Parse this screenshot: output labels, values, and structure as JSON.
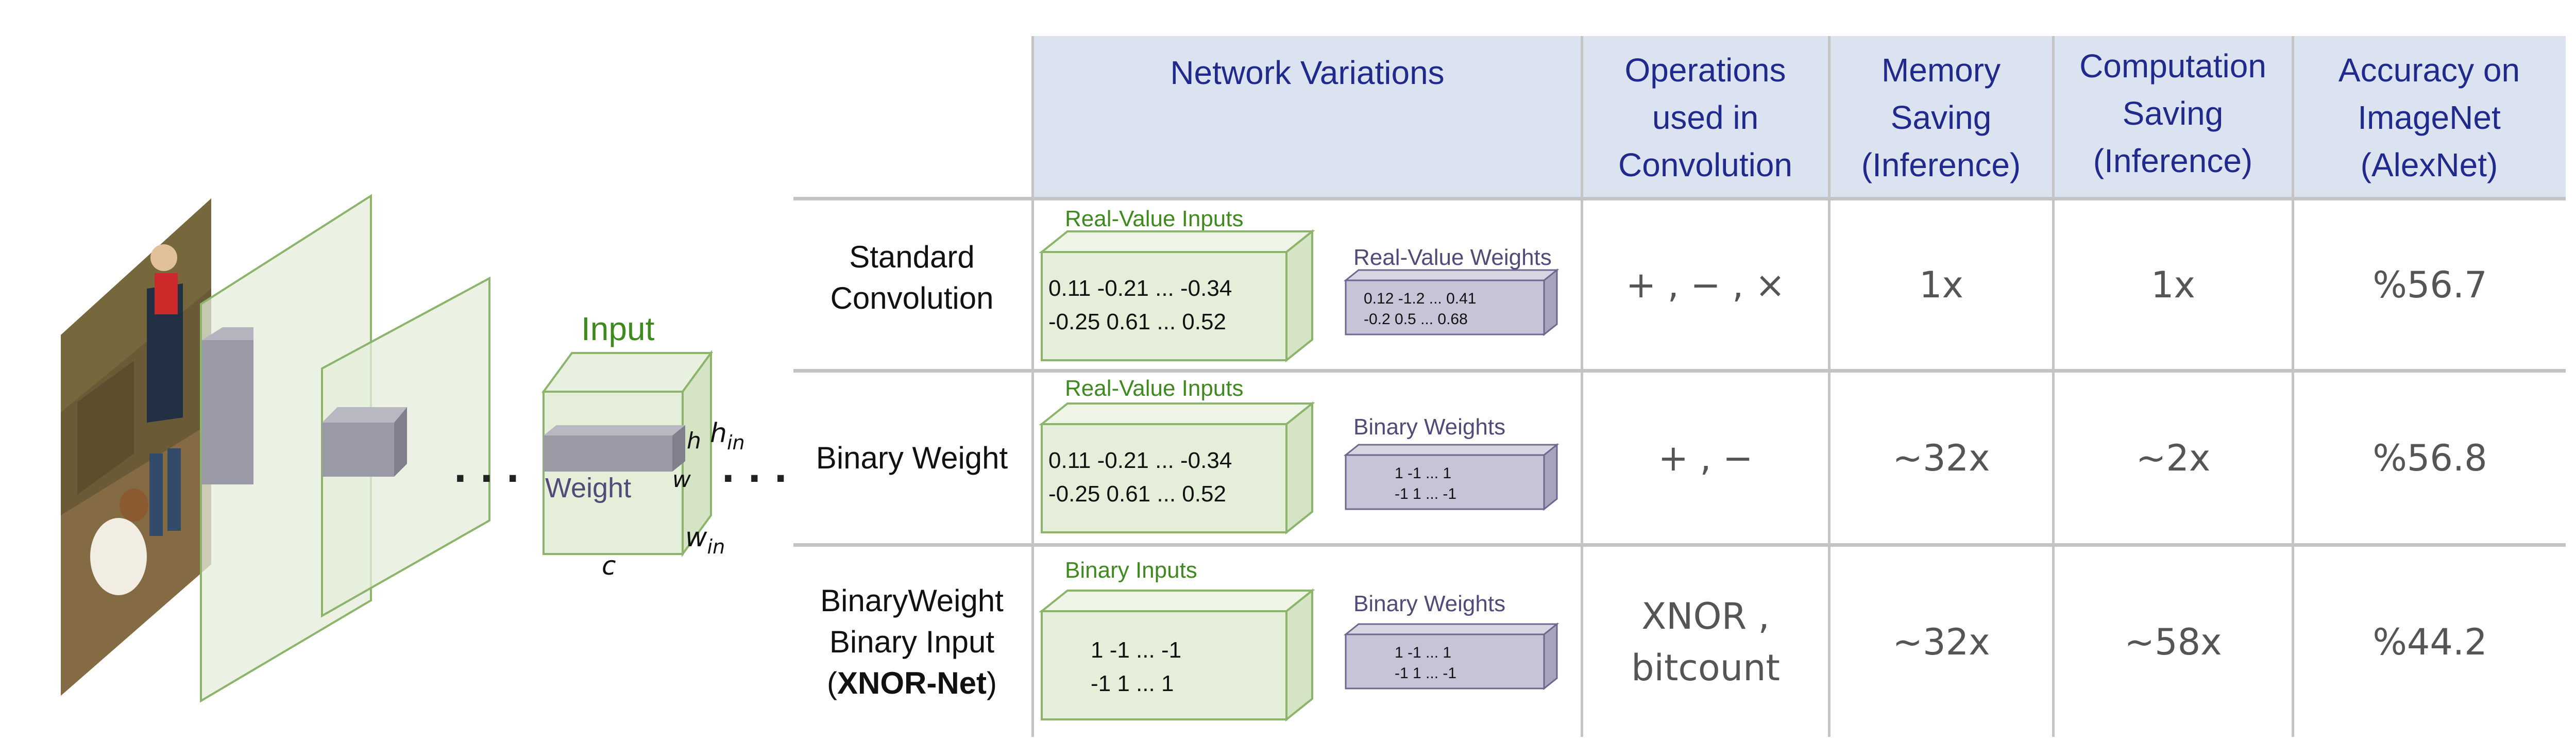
{
  "diagram": {
    "input_label": "Input",
    "weight_label": "Weight",
    "dim_h": "h",
    "dim_w": "w",
    "dim_c": "c",
    "dim_hin_base": "h",
    "dim_hin_sub": "in",
    "dim_win_base": "w",
    "dim_win_sub": "in",
    "ellipsis": ". . ."
  },
  "table": {
    "headers": {
      "variations": "Network Variations",
      "operations": "Operations\nused in\nConvolution",
      "memory": "Memory\nSaving\n(Inference)",
      "computation": "Computation\nSaving\n(Inference)",
      "accuracy": "Accuracy on\nImageNet\n(AlexNet)"
    },
    "rows": [
      {
        "name": "Standard\nConvolution",
        "input_box_label": "Real-Value Inputs",
        "input_line1": "0.11 -0.21 ... -0.34",
        "input_line2": "-0.25 0.61 ...   0.52",
        "weight_box_label": "Real-Value Weights",
        "weight_line1": "0.12  -1.2 ...  0.41",
        "weight_line2": "-0.2  0.5 ...  0.68",
        "operations": "+ , − , ×",
        "memory": "1x",
        "computation": "1x",
        "accuracy": "%56.7"
      },
      {
        "name": "Binary Weight",
        "input_box_label": "Real-Value Inputs",
        "input_line1": "0.11 -0.21 ... -0.34",
        "input_line2": "-0.25 0.61 ...   0.52",
        "weight_box_label": "Binary Weights",
        "weight_line1": "1  -1 ...  1",
        "weight_line2": "-1  1 ...  -1",
        "operations": "+ , −",
        "memory": "~32x",
        "computation": "~2x",
        "accuracy": "%56.8"
      },
      {
        "name_line1": "BinaryWeight",
        "name_line2": "Binary Input",
        "name_line3_open": "(",
        "name_line3_bold": "XNOR-Net",
        "name_line3_close": ")",
        "input_box_label": "Binary Inputs",
        "input_line1": "1  -1 ... -1",
        "input_line2": "-1  1 ...   1",
        "weight_box_label": "Binary Weights",
        "weight_line1": "1  -1 ...  1",
        "weight_line2": "-1  1 ...  -1",
        "operations": "XNOR ,\nbitcount",
        "memory": "~32x",
        "computation": "~58x",
        "accuracy": "%44.2"
      }
    ]
  },
  "colors": {
    "header_bg": "#dce3f0",
    "header_text": "#1f2a8c",
    "grid": "#c4c4c4",
    "value_text": "#555555",
    "green_face": "#e4eed9",
    "green_edge": "#8cb46a",
    "green_label": "#3e8a1e",
    "purple_face": "#c8c3d6",
    "purple_edge": "#6e6690",
    "purple_label": "#524a78",
    "gray_block": "#9a9aa6"
  }
}
